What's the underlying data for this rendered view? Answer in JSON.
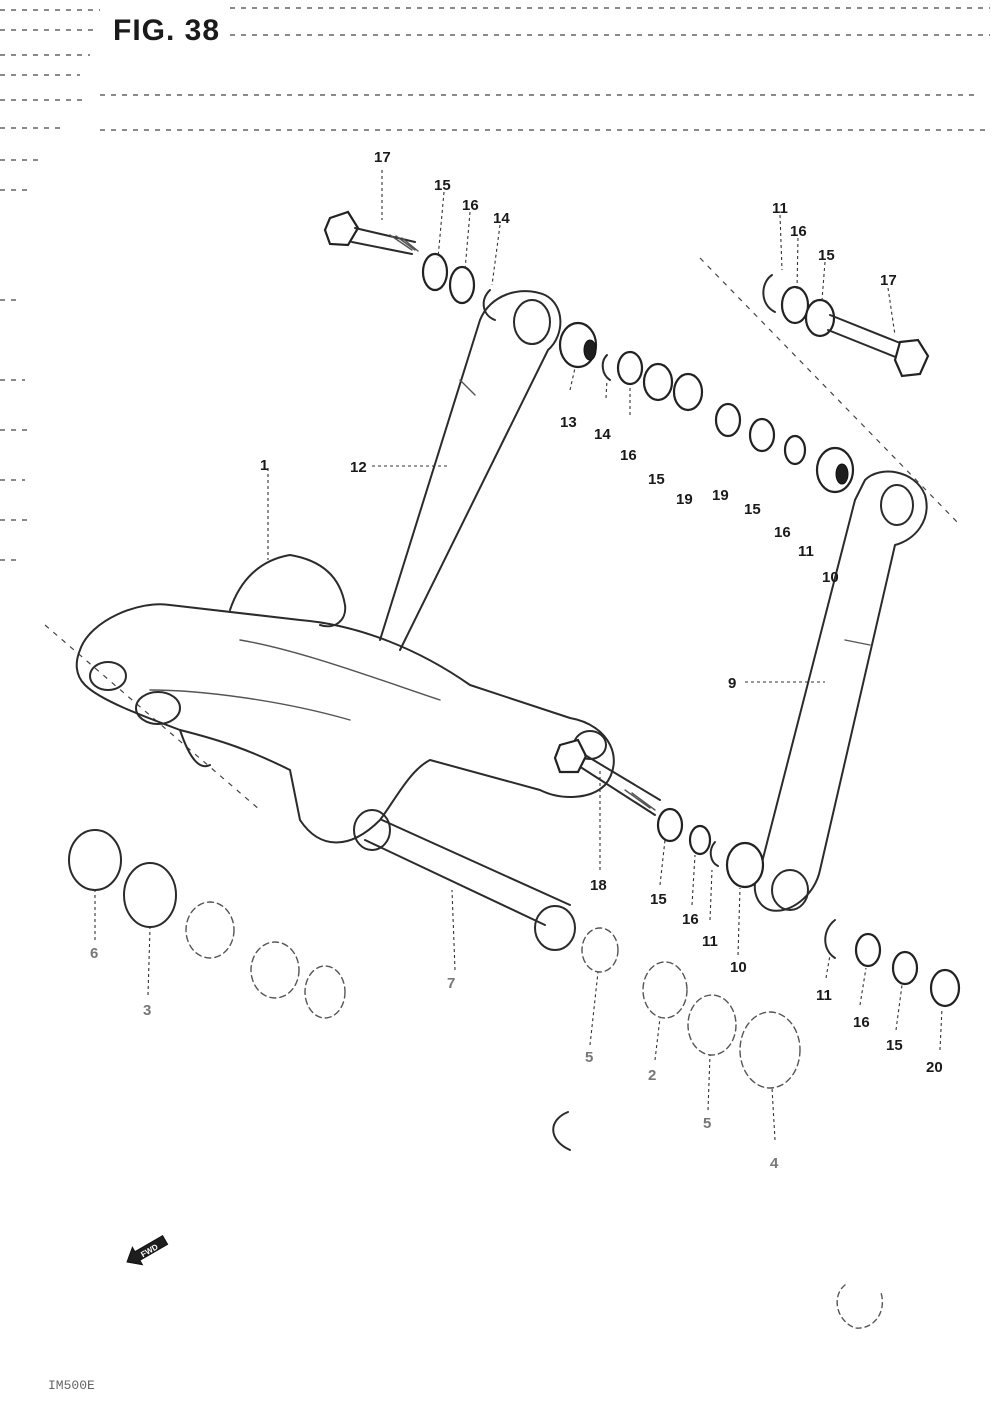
{
  "figure": {
    "title": "FIG. 38",
    "footer_code": "IM500E",
    "fwd_label": "FWD"
  },
  "callouts": [
    {
      "id": "c1",
      "label": "1"
    },
    {
      "id": "c17a",
      "label": "17"
    },
    {
      "id": "c15a",
      "label": "15"
    },
    {
      "id": "c16a",
      "label": "16"
    },
    {
      "id": "c14a",
      "label": "14"
    },
    {
      "id": "c11a",
      "label": "11"
    },
    {
      "id": "c16b",
      "label": "16"
    },
    {
      "id": "c15b",
      "label": "15"
    },
    {
      "id": "c17b",
      "label": "17"
    },
    {
      "id": "c13",
      "label": "13"
    },
    {
      "id": "c14b",
      "label": "14"
    },
    {
      "id": "c16c",
      "label": "16"
    },
    {
      "id": "c15c",
      "label": "15"
    },
    {
      "id": "c19a",
      "label": "19"
    },
    {
      "id": "c19b",
      "label": "19"
    },
    {
      "id": "c15d",
      "label": "15"
    },
    {
      "id": "c16d",
      "label": "16"
    },
    {
      "id": "c11b",
      "label": "11"
    },
    {
      "id": "c10a",
      "label": "10"
    },
    {
      "id": "c12",
      "label": "12"
    },
    {
      "id": "c9",
      "label": "9"
    },
    {
      "id": "c18",
      "label": "18"
    },
    {
      "id": "c15e",
      "label": "15"
    },
    {
      "id": "c16e",
      "label": "16"
    },
    {
      "id": "c11c",
      "label": "11"
    },
    {
      "id": "c10b",
      "label": "10"
    },
    {
      "id": "c11d",
      "label": "11"
    },
    {
      "id": "c16f",
      "label": "16"
    },
    {
      "id": "c15f",
      "label": "15"
    },
    {
      "id": "c20",
      "label": "20"
    },
    {
      "id": "c6",
      "label": "6"
    },
    {
      "id": "c3",
      "label": "3"
    },
    {
      "id": "c7",
      "label": "7"
    },
    {
      "id": "c5a",
      "label": "5"
    },
    {
      "id": "c2",
      "label": "2"
    },
    {
      "id": "c5b",
      "label": "5"
    },
    {
      "id": "c4",
      "label": "4"
    }
  ]
}
